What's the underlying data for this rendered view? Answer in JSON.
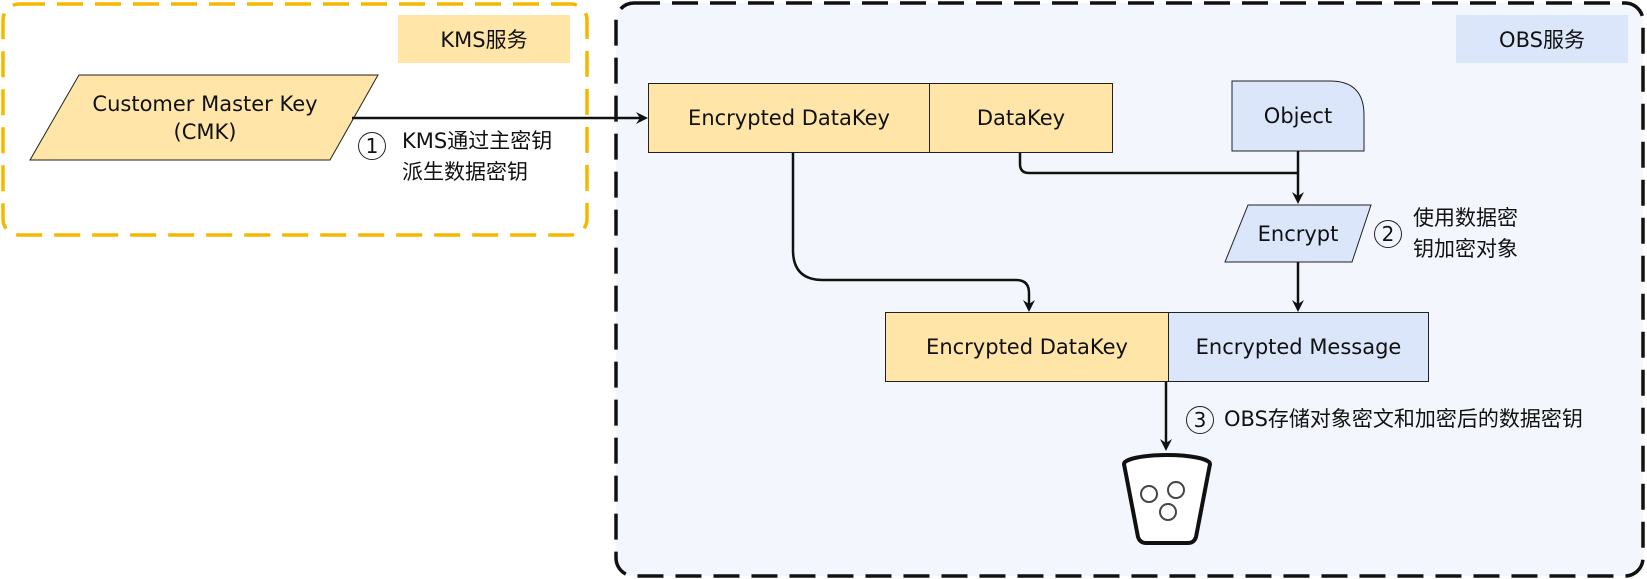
{
  "kms_region": {
    "label": "KMS服务"
  },
  "obs_region": {
    "label": "OBS服务"
  },
  "cmk": {
    "line1": "Customer Master Key",
    "line2": "(CMK)"
  },
  "top_pair": {
    "encrypted_datakey": "Encrypted DataKey",
    "datakey": "DataKey"
  },
  "object": {
    "label": "Object"
  },
  "encrypt": {
    "label": "Encrypt"
  },
  "bottom_pair": {
    "encrypted_datakey": "Encrypted DataKey",
    "encrypted_message": "Encrypted Message"
  },
  "steps": [
    {
      "num": "1",
      "line1": "KMS通过主密钥",
      "line2": "派生数据密钥"
    },
    {
      "num": "2",
      "line1": "使用数据密",
      "line2": "钥加密对象"
    },
    {
      "num": "3",
      "line1": "OBS存储对象密文和加密后的数据密钥"
    }
  ],
  "icons": {
    "bucket": "bucket-icon"
  },
  "colors": {
    "kms_border": "#f5b800",
    "obs_fill": "#f3f7fd",
    "key_fill": "#ffe6a8",
    "data_fill": "#dbe6fb",
    "kms_tag_fill": "#ffe6a8",
    "obs_tag_fill": "#dbe6fb"
  }
}
